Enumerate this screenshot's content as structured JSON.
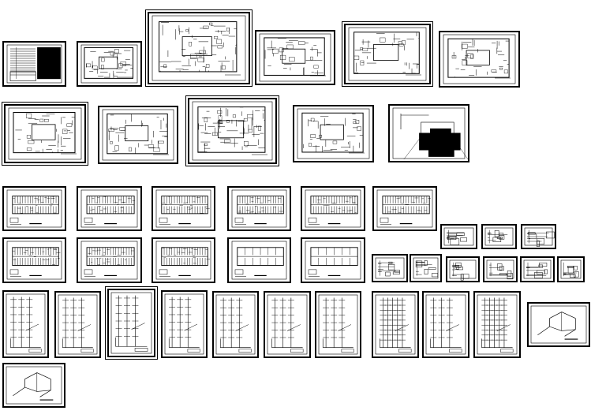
{
  "meta": {
    "title": ""
  },
  "colors": {
    "background": "#ffffff",
    "ink": "#000000"
  },
  "sheets": [
    {
      "id": "index-table",
      "kind": "index-table"
    },
    {
      "id": "site-plan-1",
      "kind": "floor-plan"
    },
    {
      "id": "site-plan-2",
      "kind": "floor-plan-dense"
    },
    {
      "id": "floor-plan-a",
      "kind": "floor-plan"
    },
    {
      "id": "floor-plan-b",
      "kind": "floor-plan"
    },
    {
      "id": "floor-plan-c",
      "kind": "floor-plan"
    },
    {
      "id": "floor-plan-d",
      "kind": "floor-plan"
    },
    {
      "id": "floor-plan-e",
      "kind": "floor-plan"
    },
    {
      "id": "floor-plan-f",
      "kind": "floor-plan-dense"
    },
    {
      "id": "floor-plan-g",
      "kind": "floor-plan"
    },
    {
      "id": "roof-plan",
      "kind": "roof-plan"
    },
    {
      "id": "wing-plan-1",
      "kind": "wing-plan"
    },
    {
      "id": "wing-plan-2",
      "kind": "wing-plan"
    },
    {
      "id": "wing-plan-3",
      "kind": "wing-plan"
    },
    {
      "id": "wing-plan-4",
      "kind": "wing-plan"
    },
    {
      "id": "wing-plan-5",
      "kind": "wing-plan"
    },
    {
      "id": "wing-plan-6",
      "kind": "wing-plan"
    },
    {
      "id": "wing-plan-7",
      "kind": "wing-plan"
    },
    {
      "id": "wing-plan-8",
      "kind": "wing-plan"
    },
    {
      "id": "wing-plan-9",
      "kind": "wing-plan"
    },
    {
      "id": "wing-plan-10",
      "kind": "wing-plan-sparse"
    },
    {
      "id": "wing-plan-11",
      "kind": "wing-plan-sparse"
    },
    {
      "id": "detail-1",
      "kind": "detail"
    },
    {
      "id": "detail-2",
      "kind": "detail"
    },
    {
      "id": "detail-3",
      "kind": "detail"
    },
    {
      "id": "detail-4",
      "kind": "detail"
    },
    {
      "id": "detail-5",
      "kind": "detail"
    },
    {
      "id": "detail-6",
      "kind": "detail"
    },
    {
      "id": "detail-7",
      "kind": "detail"
    },
    {
      "id": "detail-8",
      "kind": "detail"
    },
    {
      "id": "detail-9",
      "kind": "detail"
    },
    {
      "id": "riser-1",
      "kind": "riser"
    },
    {
      "id": "riser-2",
      "kind": "riser"
    },
    {
      "id": "riser-3",
      "kind": "riser"
    },
    {
      "id": "riser-4",
      "kind": "riser"
    },
    {
      "id": "riser-5",
      "kind": "riser"
    },
    {
      "id": "riser-6",
      "kind": "riser"
    },
    {
      "id": "riser-7",
      "kind": "riser"
    },
    {
      "id": "riser-8",
      "kind": "riser-dense"
    },
    {
      "id": "riser-9",
      "kind": "riser"
    },
    {
      "id": "riser-10",
      "kind": "riser-dense"
    },
    {
      "id": "axonometric-1",
      "kind": "axonometric"
    },
    {
      "id": "axonometric-2",
      "kind": "axonometric"
    }
  ]
}
